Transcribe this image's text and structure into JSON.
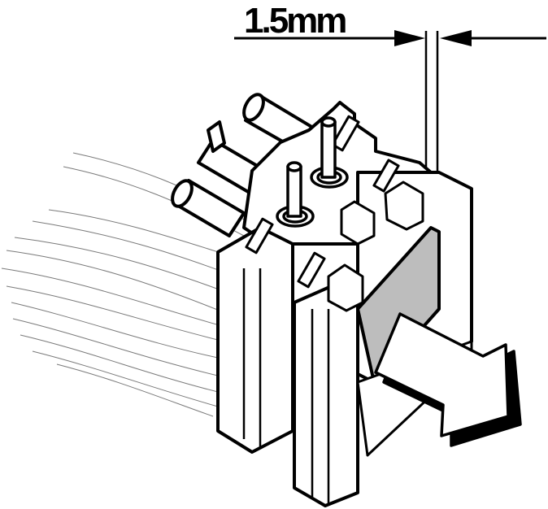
{
  "dimension": {
    "label": "1.5mm"
  },
  "colors": {
    "line": "#000000",
    "body": "#ffffff",
    "highlight": "#bdbdbd",
    "wire": "#7a7a7a"
  },
  "components": {
    "connector": "housing-connector",
    "pins": "header-pins",
    "arrow": "removal-direction-arrow"
  }
}
